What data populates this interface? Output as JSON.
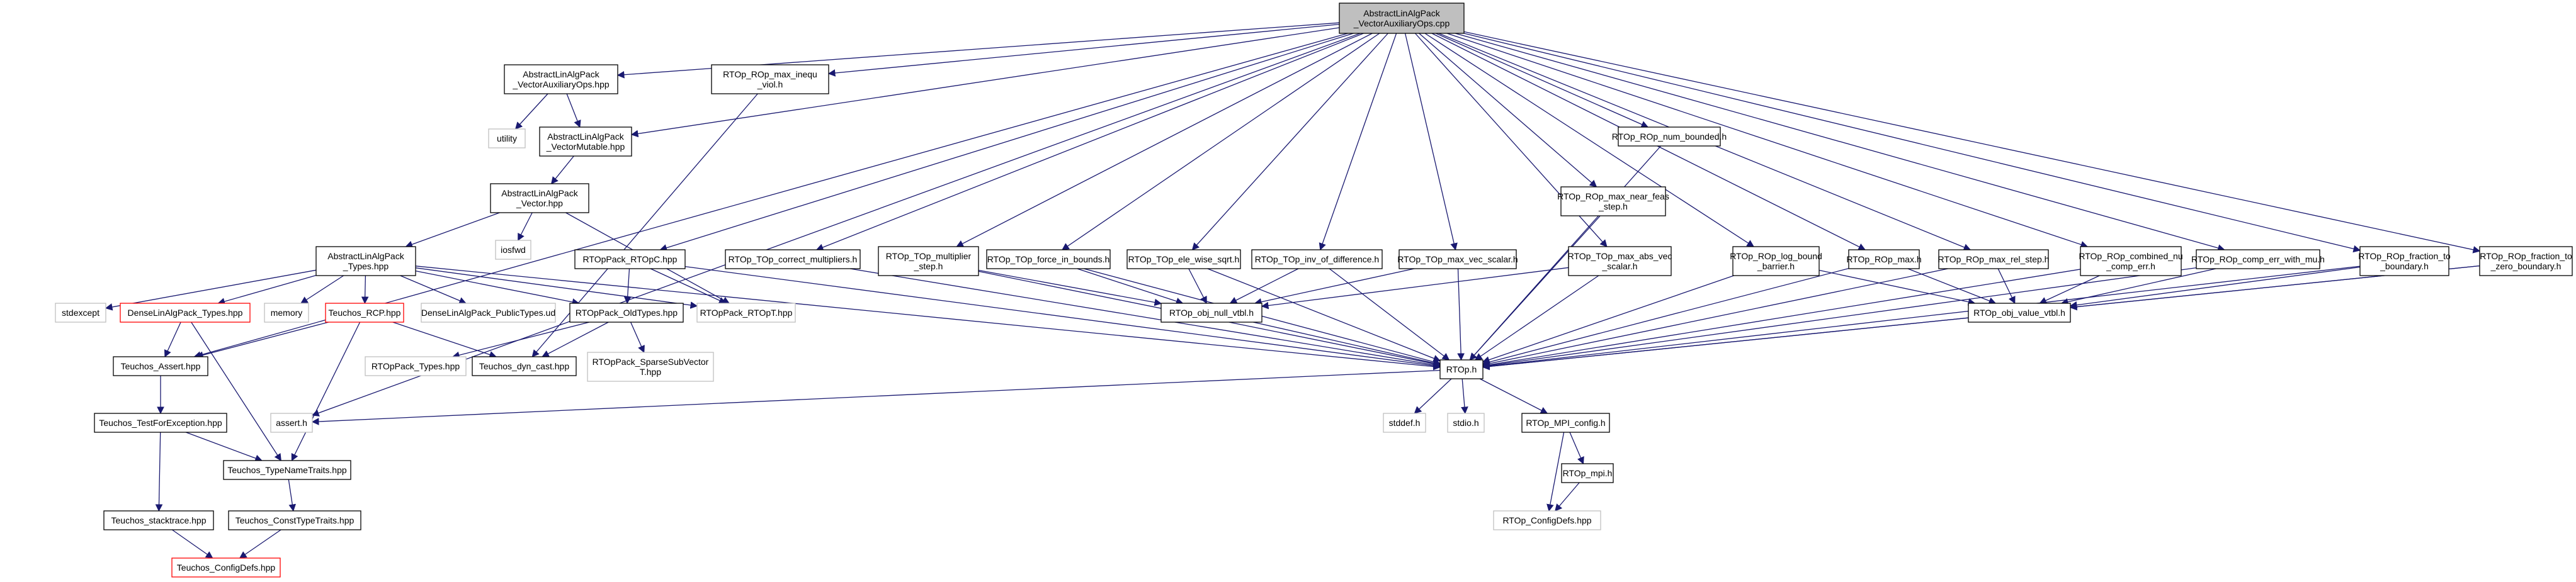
{
  "colors": {
    "edge": "#191970",
    "box_border": "#000000",
    "missing_border": "#bfbfbf",
    "truncated_border": "#ff0000",
    "root_fill": "#bfbfbf",
    "missing_text": "#555555"
  },
  "nodes": [
    {
      "id": "root",
      "lines": [
        "AbstractLinAlgPack",
        "_VectorAuxiliaryOps.cpp"
      ],
      "kind": "root"
    },
    {
      "id": "vaops",
      "lines": [
        "AbstractLinAlgPack",
        "_VectorAuxiliaryOps.hpp"
      ],
      "kind": "normal"
    },
    {
      "id": "utility",
      "lines": [
        "utility"
      ],
      "kind": "missing"
    },
    {
      "id": "vmut",
      "lines": [
        "AbstractLinAlgPack",
        "_VectorMutable.hpp"
      ],
      "kind": "normal"
    },
    {
      "id": "vec",
      "lines": [
        "AbstractLinAlgPack",
        "_Vector.hpp"
      ],
      "kind": "normal"
    },
    {
      "id": "iosfwd",
      "lines": [
        "iosfwd"
      ],
      "kind": "missing"
    },
    {
      "id": "types",
      "lines": [
        "AbstractLinAlgPack",
        "_Types.hpp"
      ],
      "kind": "normal"
    },
    {
      "id": "stdexcept",
      "lines": [
        "stdexcept"
      ],
      "kind": "missing"
    },
    {
      "id": "dense",
      "lines": [
        "DenseLinAlgPack_Types.hpp"
      ],
      "kind": "truncated"
    },
    {
      "id": "memory",
      "lines": [
        "memory"
      ],
      "kind": "missing"
    },
    {
      "id": "rcp",
      "lines": [
        "Teuchos_RCP.hpp"
      ],
      "kind": "truncated"
    },
    {
      "id": "dlapub",
      "lines": [
        "DenseLinAlgPack_PublicTypes.ud"
      ],
      "kind": "missing"
    },
    {
      "id": "oldtypes",
      "lines": [
        "RTOpPack_OldTypes.hpp"
      ],
      "kind": "normal"
    },
    {
      "id": "rtoppacktypes",
      "lines": [
        "RTOpPack_Types.hpp"
      ],
      "kind": "missing"
    },
    {
      "id": "ssv",
      "lines": [
        "RTOpPack_SparseSubVector",
        "T.hpp"
      ],
      "kind": "missing"
    },
    {
      "id": "rtopc",
      "lines": [
        "RTOpPack_RTOpC.hpp"
      ],
      "kind": "normal"
    },
    {
      "id": "rtopt",
      "lines": [
        "RTOpPack_RTOpT.hpp"
      ],
      "kind": "missing"
    },
    {
      "id": "dyncast",
      "lines": [
        "Teuchos_dyn_cast.hpp"
      ],
      "kind": "normal"
    },
    {
      "id": "assert",
      "lines": [
        "Teuchos_Assert.hpp"
      ],
      "kind": "normal"
    },
    {
      "id": "testexc",
      "lines": [
        "Teuchos_TestForException.hpp"
      ],
      "kind": "normal"
    },
    {
      "id": "asserth",
      "lines": [
        "assert.h"
      ],
      "kind": "missing"
    },
    {
      "id": "tntraits",
      "lines": [
        "Teuchos_TypeNameTraits.hpp"
      ],
      "kind": "normal"
    },
    {
      "id": "stacktrace",
      "lines": [
        "Teuchos_stacktrace.hpp"
      ],
      "kind": "normal"
    },
    {
      "id": "consttraits",
      "lines": [
        "Teuchos_ConstTypeTraits.hpp"
      ],
      "kind": "normal"
    },
    {
      "id": "configdefs",
      "lines": [
        "Teuchos_ConfigDefs.hpp"
      ],
      "kind": "truncated"
    },
    {
      "id": "maxinequ",
      "lines": [
        "RTOp_ROp_max_inequ",
        "_viol.h"
      ],
      "kind": "normal"
    },
    {
      "id": "correct",
      "lines": [
        "RTOp_TOp_correct_multipliers.h"
      ],
      "kind": "normal"
    },
    {
      "id": "multstep",
      "lines": [
        "RTOp_TOp_multiplier",
        "_step.h"
      ],
      "kind": "normal"
    },
    {
      "id": "forcein",
      "lines": [
        "RTOp_TOp_force_in_bounds.h"
      ],
      "kind": "normal"
    },
    {
      "id": "elesqrt",
      "lines": [
        "RTOp_TOp_ele_wise_sqrt.h"
      ],
      "kind": "normal"
    },
    {
      "id": "invdiff",
      "lines": [
        "RTOp_TOp_inv_of_difference.h"
      ],
      "kind": "normal"
    },
    {
      "id": "maxvec",
      "lines": [
        "RTOp_TOp_max_vec_scalar.h"
      ],
      "kind": "normal"
    },
    {
      "id": "maxabs",
      "lines": [
        "RTOp_TOp_max_abs_vec",
        "_scalar.h"
      ],
      "kind": "normal"
    },
    {
      "id": "maxnear",
      "lines": [
        "RTOp_ROp_max_near_feas",
        "_step.h"
      ],
      "kind": "normal"
    },
    {
      "id": "numbounded",
      "lines": [
        "RTOp_ROp_num_bounded.h"
      ],
      "kind": "normal"
    },
    {
      "id": "logbound",
      "lines": [
        "RTOp_ROp_log_bound",
        "_barrier.h"
      ],
      "kind": "normal"
    },
    {
      "id": "ropmax",
      "lines": [
        "RTOp_ROp_max.h"
      ],
      "kind": "normal"
    },
    {
      "id": "maxrel",
      "lines": [
        "RTOp_ROp_max_rel_step.h"
      ],
      "kind": "normal"
    },
    {
      "id": "combined",
      "lines": [
        "RTOp_ROp_combined_nu",
        "_comp_err.h"
      ],
      "kind": "normal"
    },
    {
      "id": "comperr",
      "lines": [
        "RTOp_ROp_comp_err_with_mu.h"
      ],
      "kind": "normal"
    },
    {
      "id": "fracbound",
      "lines": [
        "RTOp_ROp_fraction_to",
        "_boundary.h"
      ],
      "kind": "normal"
    },
    {
      "id": "fraczero",
      "lines": [
        "RTOp_ROp_fraction_to",
        "_zero_boundary.h"
      ],
      "kind": "normal"
    },
    {
      "id": "nullvtbl",
      "lines": [
        "RTOp_obj_null_vtbl.h"
      ],
      "kind": "normal"
    },
    {
      "id": "valuevtbl",
      "lines": [
        "RTOp_obj_value_vtbl.h"
      ],
      "kind": "normal"
    },
    {
      "id": "rtoph",
      "lines": [
        "RTOp.h"
      ],
      "kind": "normal"
    },
    {
      "id": "stddef",
      "lines": [
        "stddef.h"
      ],
      "kind": "missing"
    },
    {
      "id": "stdio",
      "lines": [
        "stdio.h"
      ],
      "kind": "missing"
    },
    {
      "id": "mpiconfig",
      "lines": [
        "RTOp_MPI_config.h"
      ],
      "kind": "normal"
    },
    {
      "id": "mpih",
      "lines": [
        "RTOp_mpi.h"
      ],
      "kind": "normal"
    },
    {
      "id": "rtopconfig",
      "lines": [
        "RTOp_ConfigDefs.hpp"
      ],
      "kind": "missing"
    }
  ],
  "edges": [
    [
      "root",
      "vaops"
    ],
    [
      "root",
      "vmut"
    ],
    [
      "root",
      "assert"
    ],
    [
      "root",
      "asserth"
    ],
    [
      "root",
      "maxinequ"
    ],
    [
      "root",
      "rtopc"
    ],
    [
      "root",
      "correct"
    ],
    [
      "root",
      "multstep"
    ],
    [
      "root",
      "forcein"
    ],
    [
      "root",
      "elesqrt"
    ],
    [
      "root",
      "invdiff"
    ],
    [
      "root",
      "maxvec"
    ],
    [
      "root",
      "maxabs"
    ],
    [
      "root",
      "maxnear"
    ],
    [
      "root",
      "numbounded"
    ],
    [
      "root",
      "logbound"
    ],
    [
      "root",
      "ropmax"
    ],
    [
      "root",
      "maxrel"
    ],
    [
      "root",
      "combined"
    ],
    [
      "root",
      "comperr"
    ],
    [
      "root",
      "fracbound"
    ],
    [
      "root",
      "fraczero"
    ],
    [
      "vaops",
      "utility"
    ],
    [
      "vaops",
      "vmut"
    ],
    [
      "vmut",
      "vec"
    ],
    [
      "vec",
      "iosfwd"
    ],
    [
      "vec",
      "types"
    ],
    [
      "vec",
      "rtopt"
    ],
    [
      "types",
      "stdexcept"
    ],
    [
      "types",
      "dense"
    ],
    [
      "types",
      "memory"
    ],
    [
      "types",
      "rcp"
    ],
    [
      "types",
      "dlapub"
    ],
    [
      "types",
      "oldtypes"
    ],
    [
      "types",
      "rtopt"
    ],
    [
      "types",
      "rtoph"
    ],
    [
      "dense",
      "assert"
    ],
    [
      "dense",
      "tntraits"
    ],
    [
      "rcp",
      "assert"
    ],
    [
      "rcp",
      "tntraits"
    ],
    [
      "rcp",
      "dyncast"
    ],
    [
      "oldtypes",
      "rtoppacktypes"
    ],
    [
      "oldtypes",
      "ssv"
    ],
    [
      "oldtypes",
      "dyncast"
    ],
    [
      "rtopc",
      "oldtypes"
    ],
    [
      "rtopc",
      "rtopt"
    ],
    [
      "rtopc",
      "rtoph"
    ],
    [
      "maxinequ",
      "dyncast"
    ],
    [
      "assert",
      "testexc"
    ],
    [
      "testexc",
      "tntraits"
    ],
    [
      "testexc",
      "stacktrace"
    ],
    [
      "tntraits",
      "consttraits"
    ],
    [
      "consttraits",
      "configdefs"
    ],
    [
      "stacktrace",
      "configdefs"
    ],
    [
      "correct",
      "rtoph"
    ],
    [
      "multstep",
      "nullvtbl"
    ],
    [
      "multstep",
      "rtoph"
    ],
    [
      "forcein",
      "nullvtbl"
    ],
    [
      "forcein",
      "rtoph"
    ],
    [
      "elesqrt",
      "nullvtbl"
    ],
    [
      "elesqrt",
      "rtoph"
    ],
    [
      "invdiff",
      "nullvtbl"
    ],
    [
      "invdiff",
      "rtoph"
    ],
    [
      "maxvec",
      "nullvtbl"
    ],
    [
      "maxvec",
      "rtoph"
    ],
    [
      "maxabs",
      "nullvtbl"
    ],
    [
      "maxabs",
      "rtoph"
    ],
    [
      "maxnear",
      "rtoph"
    ],
    [
      "numbounded",
      "rtoph"
    ],
    [
      "logbound",
      "valuevtbl"
    ],
    [
      "logbound",
      "rtoph"
    ],
    [
      "ropmax",
      "valuevtbl"
    ],
    [
      "ropmax",
      "rtoph"
    ],
    [
      "maxrel",
      "valuevtbl"
    ],
    [
      "maxrel",
      "rtoph"
    ],
    [
      "combined",
      "valuevtbl"
    ],
    [
      "combined",
      "rtoph"
    ],
    [
      "comperr",
      "valuevtbl"
    ],
    [
      "comperr",
      "rtoph"
    ],
    [
      "fracbound",
      "valuevtbl"
    ],
    [
      "fracbound",
      "rtoph"
    ],
    [
      "fraczero",
      "valuevtbl"
    ],
    [
      "fraczero",
      "rtoph"
    ],
    [
      "nullvtbl",
      "rtoph"
    ],
    [
      "valuevtbl",
      "rtoph"
    ],
    [
      "rtoph",
      "asserth"
    ],
    [
      "rtoph",
      "stddef"
    ],
    [
      "rtoph",
      "stdio"
    ],
    [
      "rtoph",
      "mpiconfig"
    ],
    [
      "mpiconfig",
      "mpih"
    ],
    [
      "mpiconfig",
      "rtopconfig"
    ],
    [
      "mpih",
      "rtopconfig"
    ]
  ]
}
